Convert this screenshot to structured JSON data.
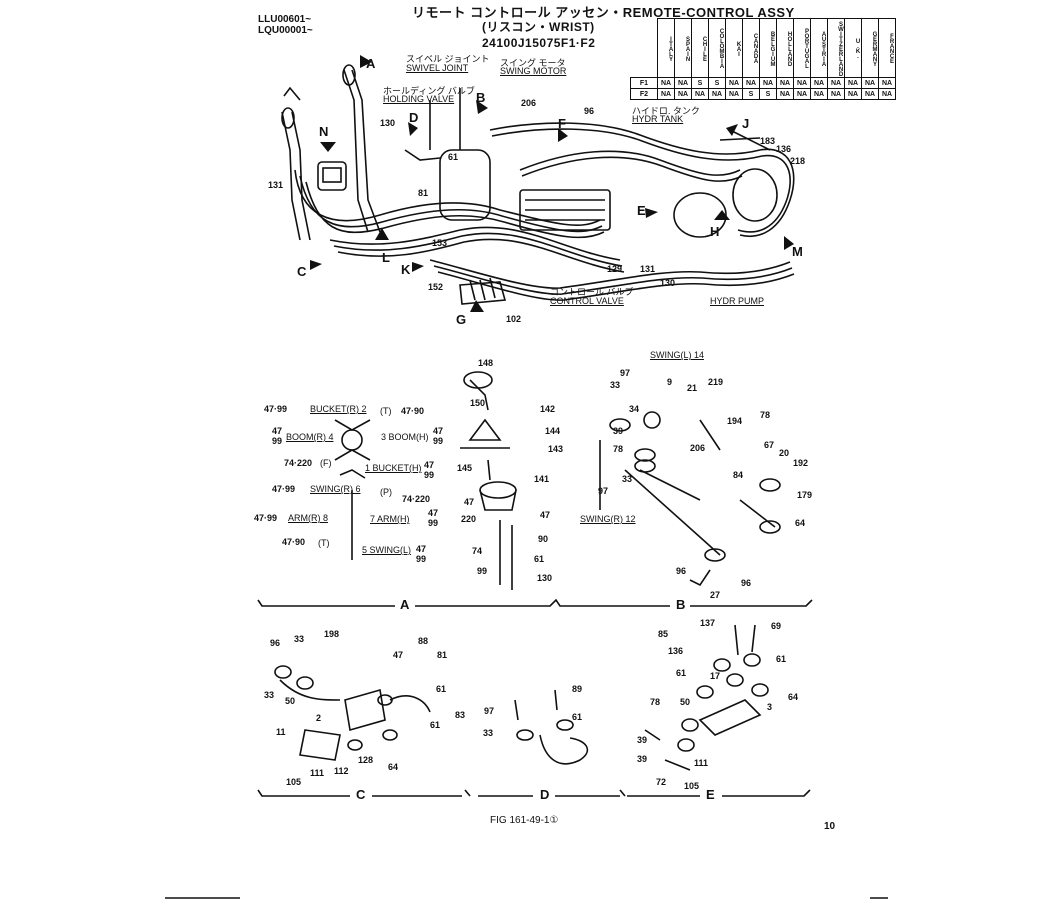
{
  "header": {
    "serial_1": "LLU00601~",
    "serial_2": "LQU00001~",
    "title": "リモート コントロール アッセン・REMOTE-CONTROL ASSY",
    "subtitle": "(リスコン・WRIST)",
    "part_code": "24100J15075F1·F2"
  },
  "country_table": {
    "countries": [
      "ITALY",
      "SPAIN",
      "CHILE",
      "COLOMBIA",
      "KAI",
      "CANADA",
      "BELGIUM",
      "HOLLAND",
      "PORTUGAL",
      "AUSTRIA",
      "SWITZERLAND",
      "U.K.",
      "GERMANY",
      "FRANCE"
    ],
    "rows": [
      {
        "label": "F1",
        "cells": [
          "NA",
          "NA",
          "S",
          "S",
          "NA",
          "NA",
          "NA",
          "NA",
          "NA",
          "NA",
          "NA",
          "NA",
          "NA",
          "NA"
        ]
      },
      {
        "label": "F2",
        "cells": [
          "NA",
          "NA",
          "NA",
          "NA",
          "NA",
          "S",
          "S",
          "NA",
          "NA",
          "NA",
          "NA",
          "NA",
          "NA",
          "NA"
        ]
      }
    ]
  },
  "top_labels": {
    "swivel_jp": "スイベル ジョイント",
    "swivel": "SWIVEL JOINT",
    "swing_motor_jp": "スイング モータ",
    "swing_motor": "SWING MOTOR",
    "holding_jp": "ホールディング バルブ",
    "holding": "HOLDING VALVE",
    "hydr_tank_jp": "ハイドロ. タンク",
    "hydr_tank": "HYDR TANK",
    "control_jp": "コントロール バルブ",
    "control": "CONTROL VALVE",
    "pump": "HYDR PUMP"
  },
  "callouts": [
    "A",
    "B",
    "C",
    "D",
    "E",
    "F",
    "G",
    "H",
    "J",
    "K",
    "L",
    "M",
    "N"
  ],
  "top_parts": {
    "p130": "130",
    "p131": "131",
    "p61": "61",
    "p81": "81",
    "p153": "153",
    "p152": "152",
    "p206": "206",
    "p96": "96",
    "p183": "183",
    "p136": "136",
    "p218": "218",
    "p129": "129",
    "p131b": "131",
    "p130b": "130",
    "p102": "102"
  },
  "section_a": {
    "rows": [
      {
        "left": "47·99",
        "name": "BUCKET(R) 2",
        "code": "(T)",
        "right": "47·90"
      },
      {
        "left": "47\n99",
        "name": "BOOM(R) 4",
        "code": "3  BOOM(H)",
        "right": "47\n99"
      },
      {
        "left": "74·220",
        "name": "(F)",
        "code": "1  BUCKET(H)",
        "right": "47\n99"
      },
      {
        "left": "47·99",
        "name": "SWING(R) 6",
        "code": "(P)",
        "right": "74·220"
      },
      {
        "left": "47·99",
        "name": "ARM(R) 8",
        "code": "7  ARM(H)",
        "right": "47\n99"
      },
      {
        "left": "47·90",
        "name": "(T)",
        "code": "5  SWING(L)",
        "right": "47\n99"
      }
    ],
    "parts": [
      "148",
      "150",
      "142",
      "144",
      "143",
      "145",
      "141",
      "47",
      "220",
      "74",
      "99",
      "90",
      "61",
      "130",
      "47"
    ]
  },
  "section_b": {
    "parts": [
      "33",
      "97",
      "9",
      "21",
      "219",
      "34",
      "39",
      "78",
      "33",
      "97",
      "194",
      "78",
      "67",
      "206",
      "84",
      "20",
      "192",
      "179",
      "64",
      "96",
      "27",
      "96"
    ],
    "swing_l": "SWING(L) 14",
    "swing_r": "SWING(R) 12"
  },
  "section_c": {
    "parts": [
      "96",
      "33",
      "198",
      "33",
      "50",
      "47",
      "88",
      "81",
      "61",
      "2",
      "83",
      "61",
      "11",
      "105",
      "111",
      "112",
      "128",
      "64"
    ]
  },
  "section_d": {
    "parts": [
      "89",
      "97",
      "61",
      "33"
    ]
  },
  "section_e": {
    "parts": [
      "137",
      "69",
      "85",
      "136",
      "61",
      "17",
      "61",
      "78",
      "50",
      "64",
      "3",
      "39",
      "39",
      "72",
      "111",
      "105"
    ]
  },
  "section_labels": [
    "A",
    "B",
    "C",
    "D",
    "E"
  ],
  "footer": {
    "fig": "FIG 161-49-1①",
    "page": "10"
  }
}
